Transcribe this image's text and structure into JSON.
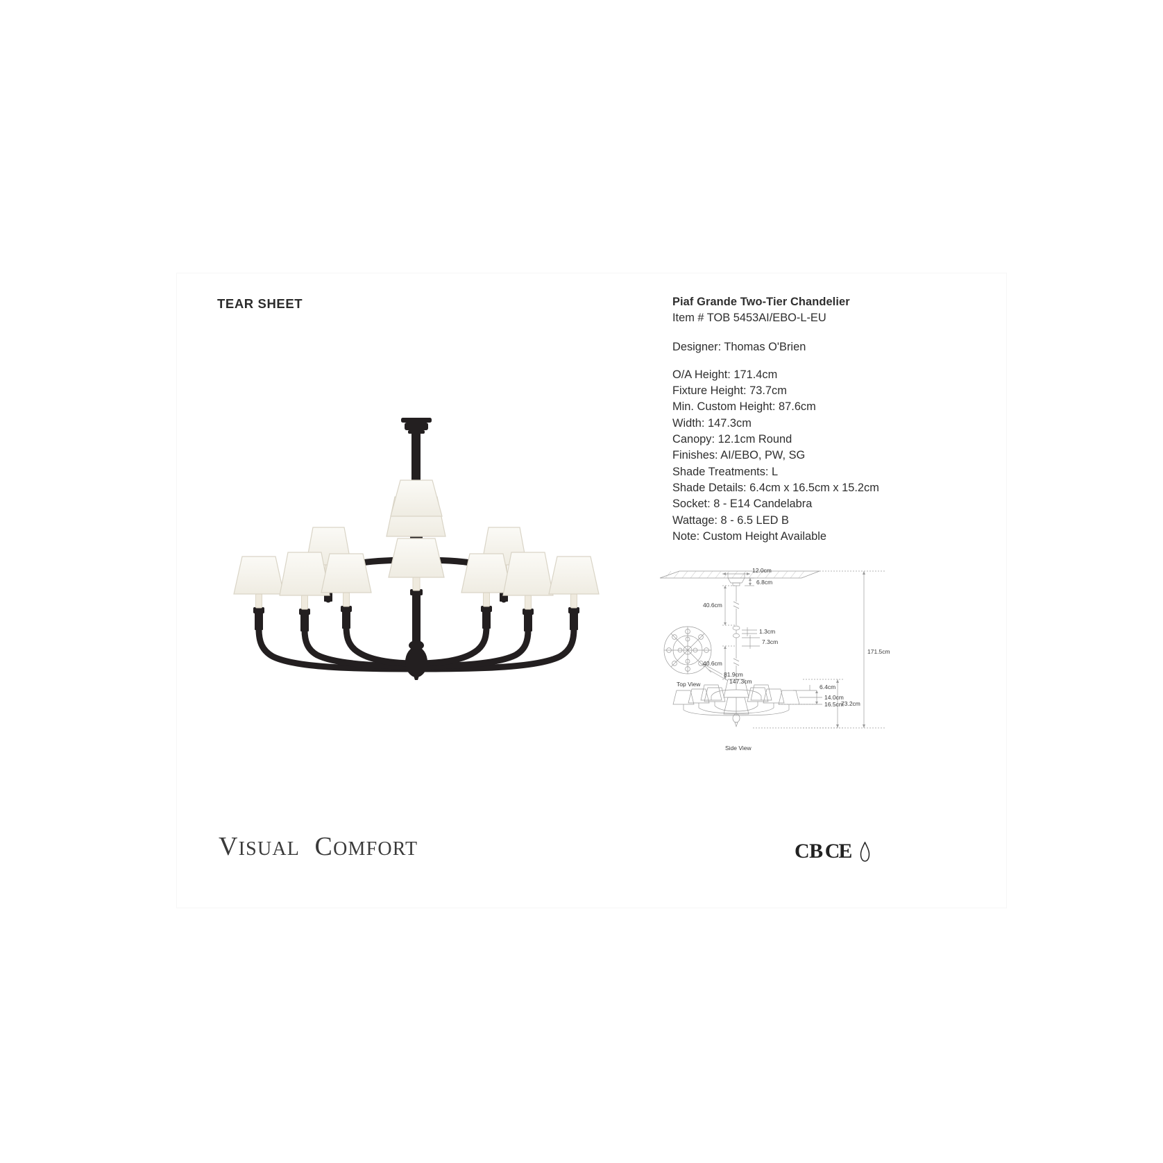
{
  "document": {
    "title": "TEAR SHEET",
    "brand": {
      "word1_cap": "V",
      "word1_rest": "ISUAL",
      "word2_cap": "C",
      "word2_rest": "OMFORT",
      "full": "VISUAL COMFORT"
    },
    "certifications": {
      "cb": "CB",
      "ce": "CE",
      "drop_icon": "drop-icon"
    }
  },
  "product": {
    "name": "Piaf Grande Two-Tier Chandelier",
    "item": "Item # TOB 5453AI/EBO-L-EU",
    "designer": "Designer: Thomas O'Brien",
    "specs": [
      "O/A Height: 171.4cm",
      "Fixture Height: 73.7cm",
      "Min. Custom Height: 87.6cm",
      "Width: 147.3cm",
      "Canopy: 12.1cm Round",
      "Finishes: AI/EBO, PW, SG",
      "Shade Treatments: L",
      "Shade Details: 6.4cm x 16.5cm x 15.2cm",
      "Socket: 8 - E14 Candelabra",
      "Wattage: 8 - 6.5 LED B",
      "Note: Custom Height Available"
    ]
  },
  "diagram": {
    "top_view_label": "Top View",
    "side_view_label": "Side View",
    "dimensions": {
      "canopy_width": "12.0cm",
      "canopy_height": "6.8cm",
      "rod_upper": "40.6cm",
      "stem_small": "1.3cm",
      "stem_mid": "7.3cm",
      "rod_lower": "40.6cm",
      "overall_height": "171.5cm",
      "fixture_height": "73.2cm",
      "shade_top": "6.4cm",
      "shade_slant": "14.0cm",
      "shade_bottom": "16.5cm",
      "top_inner_diameter": "81.9cm",
      "top_outer_diameter": "147.3cm"
    }
  },
  "colors": {
    "text": "#2e2e2e",
    "fixture": "#231f20",
    "shade": "#f6f3ec",
    "diagram_line": "#9a9a9a",
    "page_bg": "#ffffff"
  }
}
